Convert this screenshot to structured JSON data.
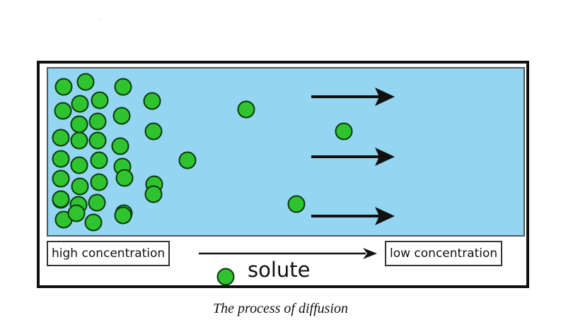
{
  "diagram": {
    "labels": {
      "high": "high concentration",
      "low": "low concentration"
    },
    "legend": {
      "icon": "solute-particle",
      "label": "solute"
    },
    "caption": "The process of diffusion",
    "colors": {
      "water": "#94d6f1",
      "particle_fill": "#2fc42f",
      "particle_outline": "#0b3a0b",
      "frame": "#111111",
      "arrow": "#111111"
    },
    "particle_count": 38,
    "flow_arrow_count": 3
  }
}
